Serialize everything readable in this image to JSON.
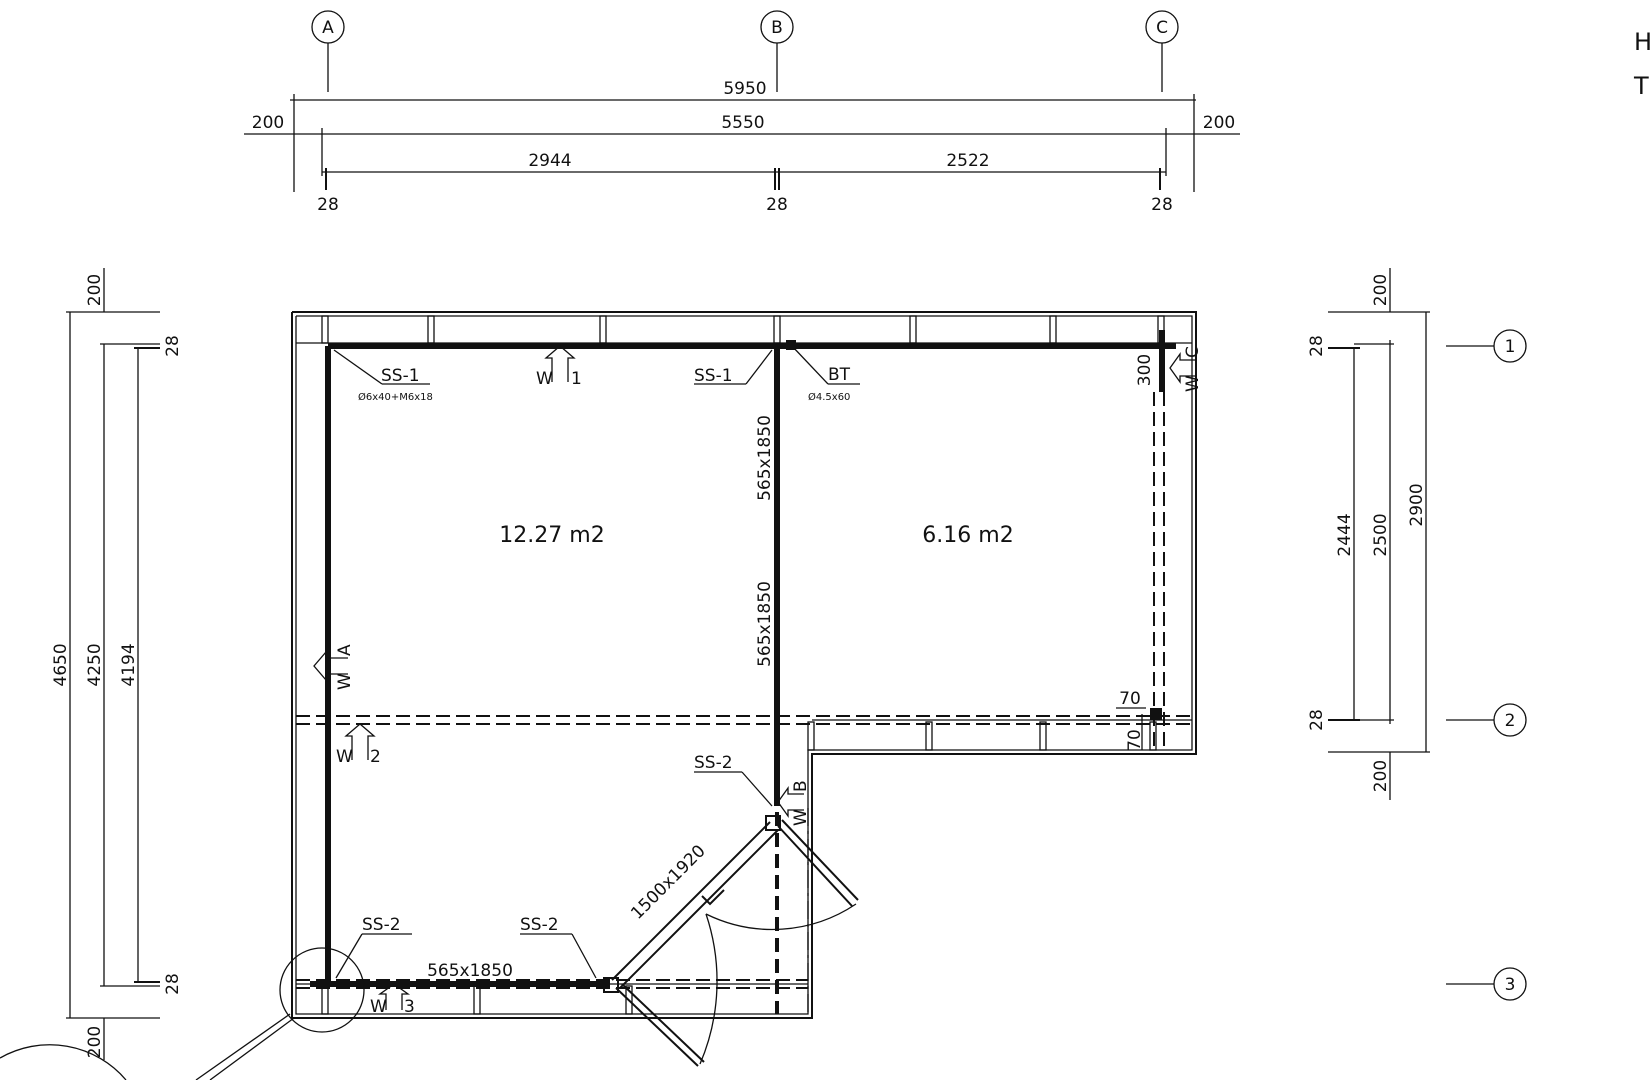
{
  "grid_columns": {
    "a": "A",
    "b": "B",
    "c": "C"
  },
  "grid_rows": {
    "r1": "1",
    "r2": "2",
    "r3": "3"
  },
  "top_dims": {
    "overall": "5950",
    "inner": "5550",
    "left_off": "200",
    "right_off": "200",
    "bay1": "2944",
    "bay2": "2522",
    "post1": "28",
    "post2": "28",
    "post3": "28"
  },
  "left_dims": {
    "top_off": "200",
    "post_top": "28",
    "overall": "4650",
    "inner": "4250",
    "clear": "4194",
    "post_bot": "28",
    "bot_off": "200"
  },
  "right_dims": {
    "top_off": "200",
    "post_top": "28",
    "clear": "2444",
    "inner": "2500",
    "overall": "2900",
    "post_bot": "28",
    "bot_off": "200"
  },
  "rooms": {
    "large_area": "12.27 m2",
    "small_area": "6.16 m2"
  },
  "windows": {
    "upper_mid": "565x1850",
    "lower_mid": "565x1850",
    "bottom": "565x1850"
  },
  "door": "1500x1920",
  "callouts": {
    "ss1_left": "SS-1",
    "ss1_left_spec": "Ø6x40+M6x18",
    "ss1_mid": "SS-1",
    "bt": "BT",
    "bt_spec": "Ø4.5x60",
    "ss2_door": "SS-2",
    "ss2_corner": "SS-2",
    "ss2_bottom": "SS-2"
  },
  "walls": {
    "w1": "1",
    "w2": "2",
    "w3": "3",
    "wa": "A",
    "wb": "B",
    "wc": "C",
    "w_prefix": "W"
  },
  "notes": {
    "d300": "300",
    "d70a": "70",
    "d70b": "70"
  },
  "edge_text": {
    "top": "H",
    "bottom": "T"
  }
}
